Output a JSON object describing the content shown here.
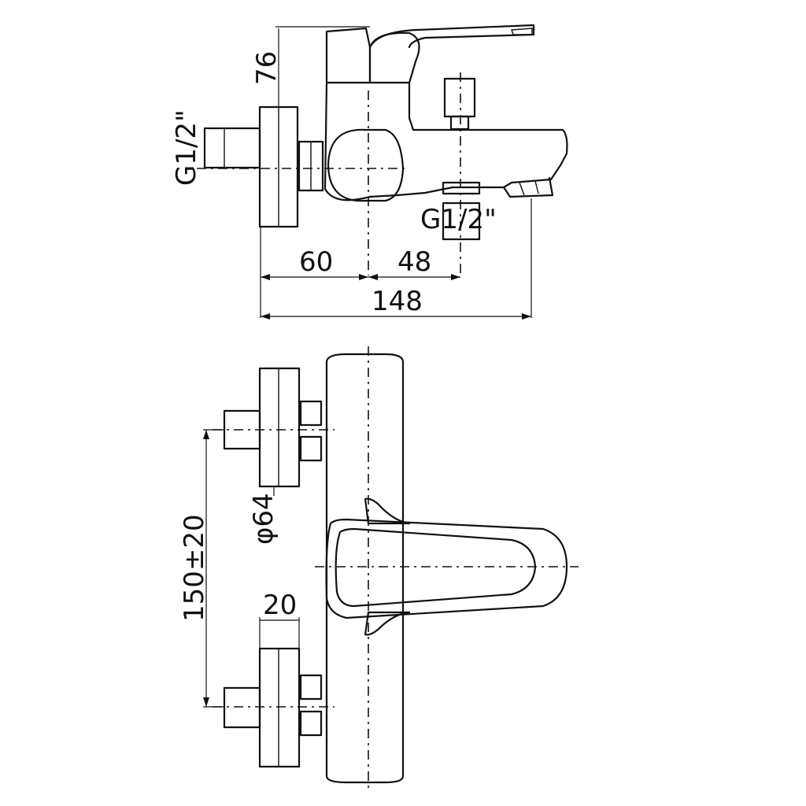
{
  "labels": {
    "dim_76": "76",
    "thread_left": "G1/2\"",
    "thread_bottom": "G1/2\"",
    "dim_60": "60",
    "dim_48": "48",
    "dim_148": "148",
    "dim_150": "150±20",
    "dim_64": "φ64",
    "dim_20": "20"
  }
}
